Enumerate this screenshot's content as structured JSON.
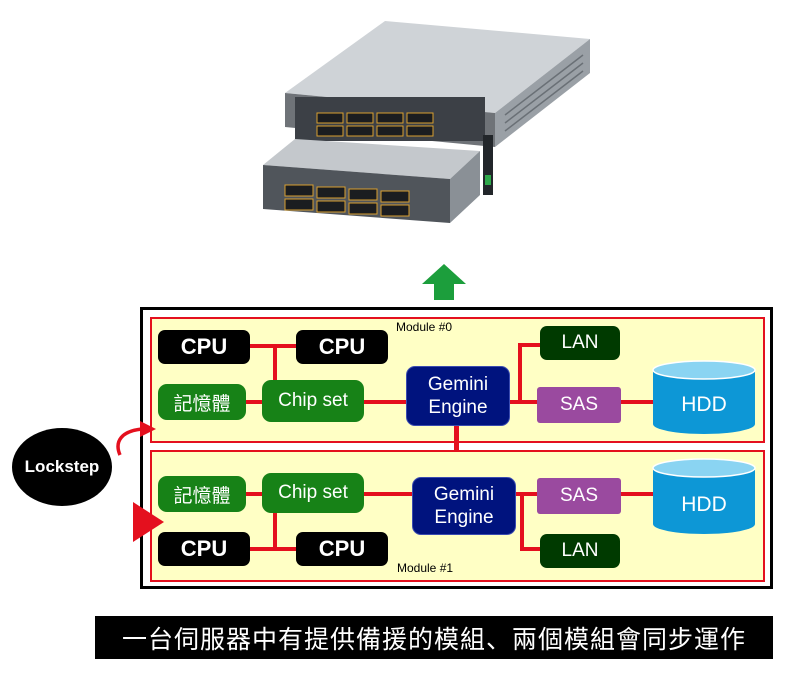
{
  "server_image": {
    "alt": ""
  },
  "modules": [
    {
      "label": "Module #0",
      "cpu_left": "CPU",
      "cpu_right": "CPU",
      "memory": "記憶體",
      "chipset": "Chip set",
      "engine": [
        "Gemini",
        "Engine"
      ],
      "lan": "LAN",
      "sas": "SAS",
      "hdd": "HDD"
    },
    {
      "label": "Module #1",
      "cpu_left": "CPU",
      "cpu_right": "CPU",
      "memory": "記憶體",
      "chipset": "Chip set",
      "engine": [
        "Gemini",
        "Engine"
      ],
      "lan": "LAN",
      "sas": "SAS",
      "hdd": "HDD"
    }
  ],
  "lockstep": "Lockstep",
  "caption": "一台伺服器中有提供備援的模組、兩個模組會同步運作",
  "colors": {
    "module_fill": "#ffffc5",
    "module_border": "#e4101e",
    "link": "#e4101e",
    "up_arrow": "#1c9e3c",
    "cpu": "#000000",
    "chipset": "#178217",
    "engine": "#00137e",
    "sas": "#9a4a9f",
    "lan": "#003a00",
    "hdd": "#0d97d6"
  }
}
